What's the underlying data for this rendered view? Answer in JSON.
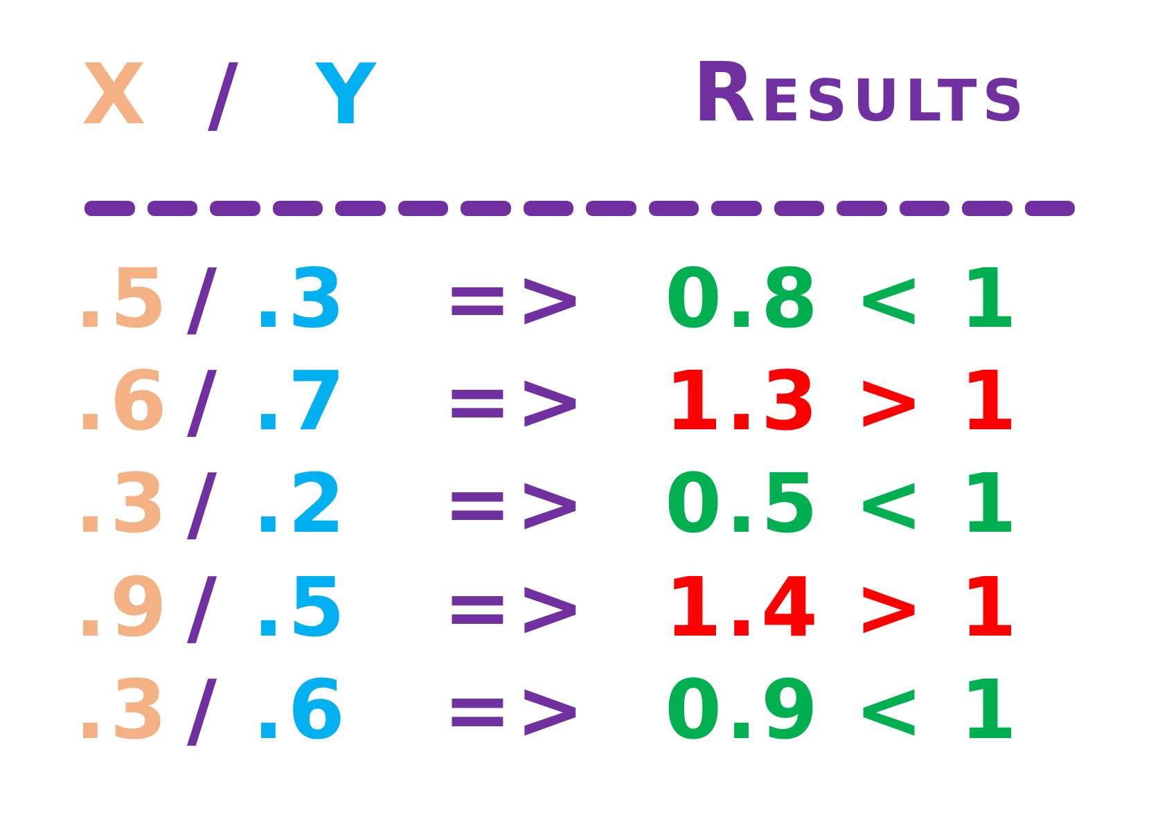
{
  "colors": {
    "x": "#F4B183",
    "slash": "#7030A0",
    "y": "#00B0F0",
    "arrow": "#7030A0",
    "less": "#00B050",
    "greater": "#FF0000",
    "title": "#7030A0"
  },
  "header": {
    "x_label": "X",
    "slash": "/",
    "y_label": "Y",
    "results_label": "Results"
  },
  "rows": [
    {
      "x": ".5",
      "slash": "/",
      "y": ".3",
      "arrow": "=>",
      "result": "0.8 < 1",
      "status": "less"
    },
    {
      "x": ".6",
      "slash": "/",
      "y": ".7",
      "arrow": "=>",
      "result": "1.3 > 1",
      "status": "greater"
    },
    {
      "x": ".3",
      "slash": "/",
      "y": ".2",
      "arrow": "=>",
      "result": "0.5 < 1",
      "status": "less"
    },
    {
      "x": ".9",
      "slash": "/",
      "y": ".5",
      "arrow": "=>",
      "result": "1.4 > 1",
      "status": "greater"
    },
    {
      "x": ".3",
      "slash": "/",
      "y": ".6",
      "arrow": "=>",
      "result": "0.9 < 1",
      "status": "less"
    }
  ]
}
